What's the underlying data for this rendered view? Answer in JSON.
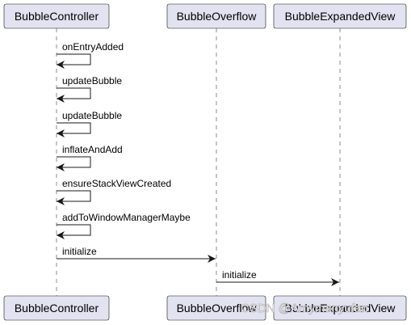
{
  "participants": [
    {
      "name": "BubbleController"
    },
    {
      "name": "BubbleOverflow"
    },
    {
      "name": "BubbleExpandedView"
    }
  ],
  "messages": [
    {
      "from": 0,
      "to": 0,
      "label": "onEntryAdded"
    },
    {
      "from": 0,
      "to": 0,
      "label": "updateBubble"
    },
    {
      "from": 0,
      "to": 0,
      "label": "updateBubble"
    },
    {
      "from": 0,
      "to": 0,
      "label": "inflateAndAdd"
    },
    {
      "from": 0,
      "to": 0,
      "label": "ensureStackViewCreated"
    },
    {
      "from": 0,
      "to": 0,
      "label": "addToWindowManagerMaybe"
    },
    {
      "from": 0,
      "to": 1,
      "label": "initialize"
    },
    {
      "from": 1,
      "to": 2,
      "label": "initialize"
    }
  ],
  "watermark": "CSDN @Amymanyufan",
  "colors": {
    "participant_fill": "#e2e2f0",
    "line": "#181818",
    "text": "#000000"
  }
}
